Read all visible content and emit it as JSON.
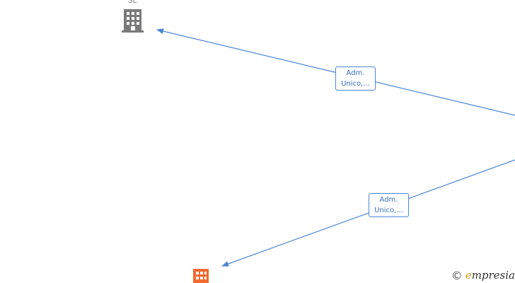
{
  "nodes": {
    "top_company": {
      "label": "SL",
      "icon": "building-icon",
      "color": "#7a7a7a"
    },
    "bottom_company": {
      "label": "",
      "icon": "building-icon",
      "color": "#f26a2e"
    }
  },
  "edges": [
    {
      "line1": "Adm.",
      "line2": "Unico,..."
    },
    {
      "line1": "Adm.",
      "line2": "Unico,..."
    }
  ],
  "edge_color": "#4a86d6",
  "watermark": {
    "symbol": "©",
    "brand_initial": "e",
    "brand_rest": "mpresia"
  }
}
